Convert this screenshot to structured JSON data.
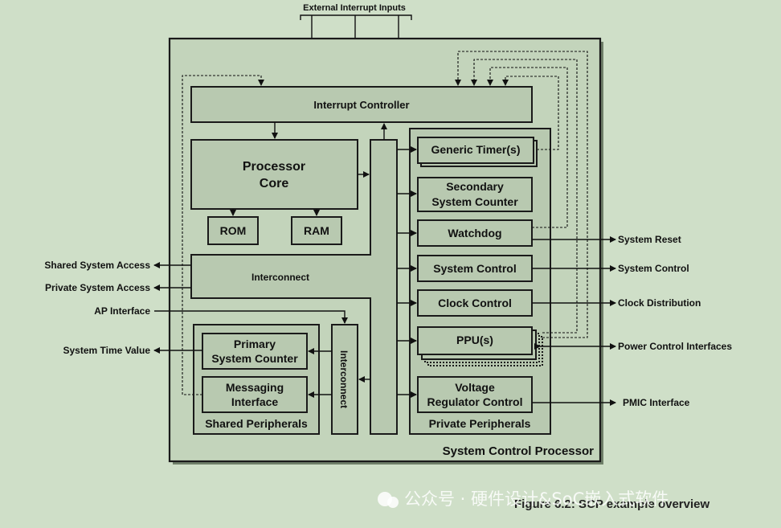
{
  "diagram": {
    "top_label": "External Interrupt Inputs",
    "outer_label": "System Control Processor",
    "blocks": {
      "interrupt_controller": "Interrupt Controller",
      "processor_core_1": "Processor",
      "processor_core_2": "Core",
      "rom": "ROM",
      "ram": "RAM",
      "interconnect": "Interconnect",
      "interconnect_vertical": "Interconnect",
      "generic_timer": "Generic Timer(s)",
      "secondary_counter_1": "Secondary",
      "secondary_counter_2": "System Counter",
      "watchdog": "Watchdog",
      "system_control": "System Control",
      "clock_control": "Clock Control",
      "ppu": "PPU(s)",
      "voltage_1": "Voltage",
      "voltage_2": "Regulator Control",
      "primary_counter_1": "Primary",
      "primary_counter_2": "System Counter",
      "messaging_1": "Messaging",
      "messaging_2": "Interface",
      "shared_peripherals": "Shared Peripherals",
      "private_peripherals": "Private Peripherals"
    },
    "left_signals": {
      "shared_access": "Shared System Access",
      "private_access": "Private System Access",
      "ap_interface": "AP Interface",
      "time_value": "System Time Value"
    },
    "right_signals": {
      "system_reset": "System Reset",
      "system_control": "System Control",
      "clock_distribution": "Clock Distribution",
      "power_control": "Power Control Interfaces",
      "pmic": "PMIC Interface"
    },
    "caption": "Figure 6.2: SCP example overview",
    "watermark": "公众号 · 硬件设计&SoC嵌入式软件"
  },
  "colors": {
    "background": "#cfdfc8",
    "block": "#b8c9b0",
    "outline": "#1a1a1a"
  }
}
